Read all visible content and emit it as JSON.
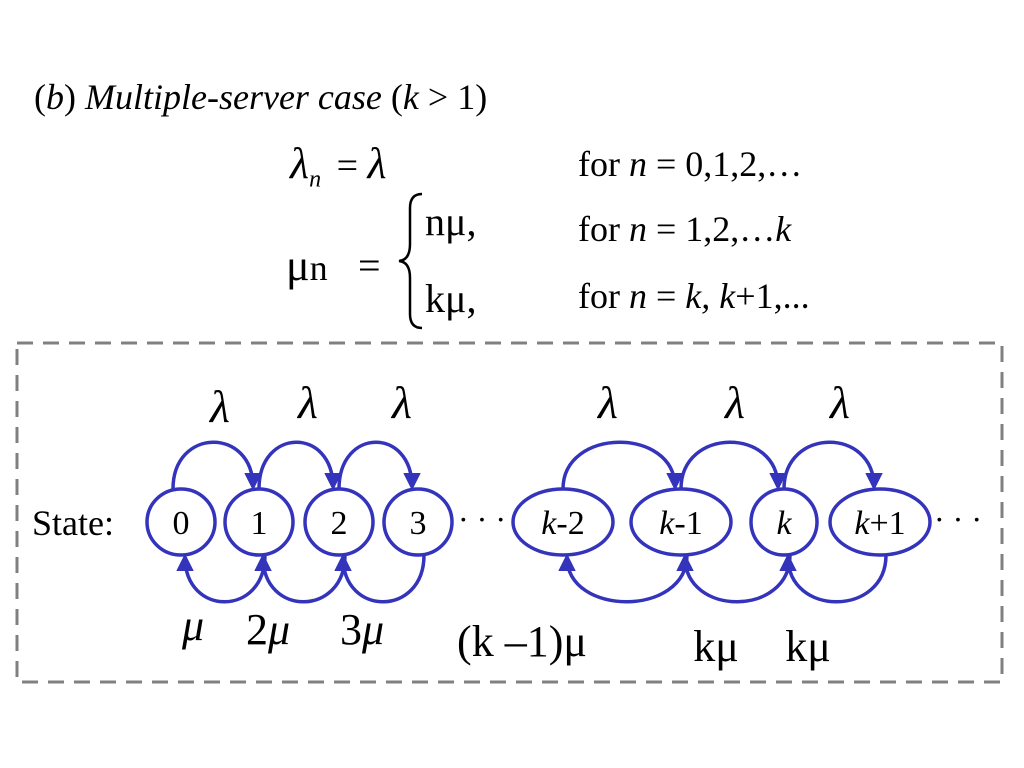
{
  "heading": {
    "open_paren": "(",
    "part_letter": "b",
    "after_letter": ") ",
    "case_name": "Multiple-server case",
    "cond_open": " (",
    "cond_var": "k",
    "cond_rest": " > 1)"
  },
  "equations": {
    "lambda_lhs": "λ",
    "lambda_sub": "n",
    "equals": "=",
    "lambda_rhs": "λ",
    "mu_lhs": "μ",
    "mu_sub": "n",
    "case1_value": "nμ,",
    "case2_value": "kμ,",
    "cond1": {
      "for": "for ",
      "var": "n",
      "values": " = 0,1,2,…"
    },
    "cond2": {
      "for": "for ",
      "var": "n",
      "values": " = 1,2,…",
      "end_var": "k"
    },
    "cond3": {
      "for": "for ",
      "var": "n",
      "eq": " = ",
      "v1": "k,",
      "sp": " ",
      "v2": "k",
      "rest": "+1,..."
    }
  },
  "state_diagram": {
    "state_label": "State:",
    "states": [
      {
        "italic_part": "",
        "plain_part": "0"
      },
      {
        "italic_part": "",
        "plain_part": "1"
      },
      {
        "italic_part": "",
        "plain_part": "2"
      },
      {
        "italic_part": "",
        "plain_part": "3"
      },
      {
        "italic_part": "k",
        "plain_part": "-2"
      },
      {
        "italic_part": "k",
        "plain_part": "-1"
      },
      {
        "italic_part": "k",
        "plain_part": ""
      },
      {
        "italic_part": "k",
        "plain_part": "+1"
      }
    ],
    "ellipsis_mid": "· · ·",
    "ellipsis_end": "· · ·",
    "arrival_labels": [
      "λ",
      "λ",
      "λ",
      "λ",
      "λ",
      "λ"
    ],
    "service_labels": [
      {
        "coef": "",
        "sym": "μ",
        "italic": true
      },
      {
        "coef": "2",
        "sym": "μ",
        "italic": true
      },
      {
        "coef": "3",
        "sym": "μ",
        "italic": true
      },
      {
        "coef": "(k –1)",
        "sym": "μ",
        "italic": false
      },
      {
        "coef": "k",
        "sym": "μ",
        "italic": false
      },
      {
        "coef": "k",
        "sym": "μ",
        "italic": false
      }
    ],
    "colors": {
      "node_stroke": "#3333bb",
      "arrow": "#3333bb",
      "border": "#808080"
    }
  }
}
